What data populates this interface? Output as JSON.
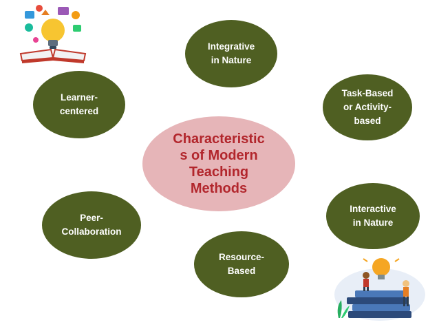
{
  "center": {
    "text": "Characteristic\ns of Modern\nTeaching\nMethods"
  },
  "nodes": {
    "integrative": "Integrative\nin Nature",
    "task_based": "Task-Based\nor Activity-\nbased",
    "learner_centered": "Learner-\ncentered",
    "peer_collaboration": "Peer-\nCollaboration",
    "interactive": "Interactive\nin Nature",
    "resource_based": "Resource-\nBased"
  },
  "colors": {
    "node_fill": "#4f5f22",
    "node_text": "#ffffff",
    "center_fill": "#e6b5b8",
    "center_text": "#b2262c"
  },
  "illustrations": [
    "book-lightbulb-icon",
    "books-people-lightbulb-illustration"
  ]
}
